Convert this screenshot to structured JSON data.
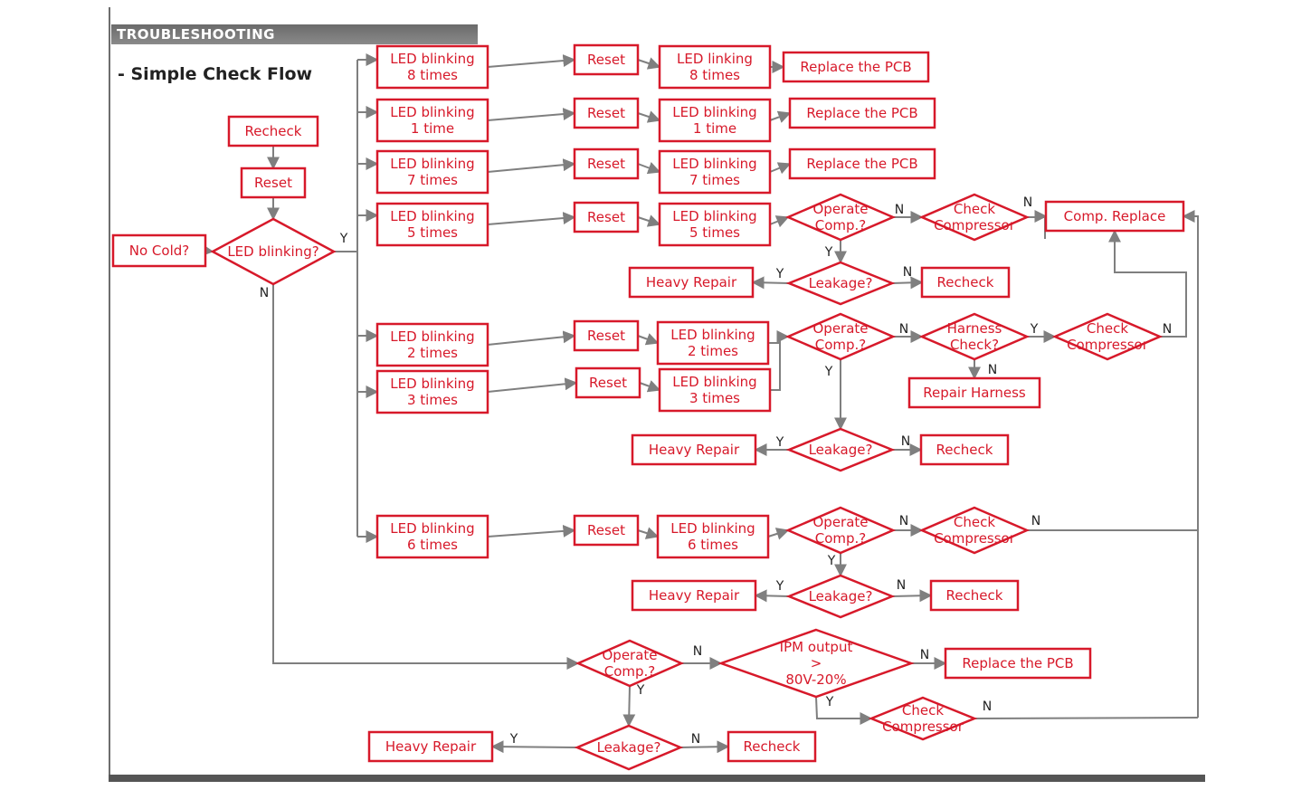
{
  "header": {
    "title": "TROUBLESHOOTING",
    "subtitle": "- Simple Check Flow"
  },
  "colors": {
    "accent": "#d7192a",
    "line": "#7f7f7f",
    "header_bar": "#777777"
  },
  "nodes": {
    "no_cold": {
      "shape": "box",
      "lines": [
        "No Cold?"
      ]
    },
    "recheck_top": {
      "shape": "box",
      "lines": [
        "Recheck"
      ]
    },
    "reset_top": {
      "shape": "box",
      "lines": [
        "Reset"
      ]
    },
    "led_blinking_q": {
      "shape": "diamond",
      "lines": [
        "LED blinking?"
      ]
    },
    "led8": {
      "shape": "box",
      "lines": [
        "LED blinking",
        "8 times"
      ]
    },
    "led1": {
      "shape": "box",
      "lines": [
        "LED blinking",
        "1 time"
      ]
    },
    "led7": {
      "shape": "box",
      "lines": [
        "LED blinking",
        "7 times"
      ]
    },
    "led5": {
      "shape": "box",
      "lines": [
        "LED blinking",
        "5 times"
      ]
    },
    "led2": {
      "shape": "box",
      "lines": [
        "LED blinking",
        "2 times"
      ]
    },
    "led3": {
      "shape": "box",
      "lines": [
        "LED blinking",
        "3 times"
      ]
    },
    "led6": {
      "shape": "box",
      "lines": [
        "LED blinking",
        "6 times"
      ]
    },
    "reset8": {
      "shape": "box",
      "lines": [
        "Reset"
      ]
    },
    "reset1": {
      "shape": "box",
      "lines": [
        "Reset"
      ]
    },
    "reset7": {
      "shape": "box",
      "lines": [
        "Reset"
      ]
    },
    "reset5": {
      "shape": "box",
      "lines": [
        "Reset"
      ]
    },
    "reset2": {
      "shape": "box",
      "lines": [
        "Reset"
      ]
    },
    "reset3": {
      "shape": "box",
      "lines": [
        "Reset"
      ]
    },
    "reset6": {
      "shape": "box",
      "lines": [
        "Reset"
      ]
    },
    "led8b": {
      "shape": "box",
      "lines": [
        "LED linking",
        "8 times"
      ]
    },
    "led1b": {
      "shape": "box",
      "lines": [
        "LED blinking",
        "1 time"
      ]
    },
    "led7b": {
      "shape": "box",
      "lines": [
        "LED blinking",
        "7 times"
      ]
    },
    "led5b": {
      "shape": "box",
      "lines": [
        "LED blinking",
        "5 times"
      ]
    },
    "led2b": {
      "shape": "box",
      "lines": [
        "LED blinking",
        "2 times"
      ]
    },
    "led3b": {
      "shape": "box",
      "lines": [
        "LED blinking",
        "3 times"
      ]
    },
    "led6b": {
      "shape": "box",
      "lines": [
        "LED blinking",
        "6 times"
      ]
    },
    "pcb8": {
      "shape": "box",
      "lines": [
        "Replace the PCB"
      ]
    },
    "pcb1": {
      "shape": "box",
      "lines": [
        "Replace the PCB"
      ]
    },
    "pcb7": {
      "shape": "box",
      "lines": [
        "Replace the PCB"
      ]
    },
    "op5": {
      "shape": "diamond",
      "lines": [
        "Operate",
        "Comp.?"
      ]
    },
    "cc5": {
      "shape": "diamond",
      "lines": [
        "Check",
        "Compressor"
      ]
    },
    "comp_replace": {
      "shape": "box",
      "lines": [
        "Comp. Replace"
      ]
    },
    "leak5": {
      "shape": "diamond",
      "lines": [
        "Leakage?"
      ]
    },
    "hr5": {
      "shape": "box",
      "lines": [
        "Heavy Repair"
      ]
    },
    "rc5": {
      "shape": "box",
      "lines": [
        "Recheck"
      ]
    },
    "op23": {
      "shape": "diamond",
      "lines": [
        "Operate",
        "Comp.?"
      ]
    },
    "harness": {
      "shape": "diamond",
      "lines": [
        "Harness",
        "Check?"
      ]
    },
    "cc23": {
      "shape": "diamond",
      "lines": [
        "Check",
        "Compressor"
      ]
    },
    "repair_harness": {
      "shape": "box",
      "lines": [
        "Repair Harness"
      ]
    },
    "leak23": {
      "shape": "diamond",
      "lines": [
        "Leakage?"
      ]
    },
    "hr23": {
      "shape": "box",
      "lines": [
        "Heavy Repair"
      ]
    },
    "rc23": {
      "shape": "box",
      "lines": [
        "Recheck"
      ]
    },
    "op6": {
      "shape": "diamond",
      "lines": [
        "Operate",
        "Comp.?"
      ]
    },
    "cc6": {
      "shape": "diamond",
      "lines": [
        "Check",
        "Compressor"
      ]
    },
    "leak6": {
      "shape": "diamond",
      "lines": [
        "Leakage?"
      ]
    },
    "hr6": {
      "shape": "box",
      "lines": [
        "Heavy Repair"
      ]
    },
    "rc6": {
      "shape": "box",
      "lines": [
        "Recheck"
      ]
    },
    "opN": {
      "shape": "diamond",
      "lines": [
        "Operate",
        "Comp.?"
      ]
    },
    "ipm": {
      "shape": "diamond",
      "lines": [
        "IPM output",
        ">",
        "80V-20%"
      ]
    },
    "pcbN": {
      "shape": "box",
      "lines": [
        "Replace the PCB"
      ]
    },
    "ccN": {
      "shape": "diamond",
      "lines": [
        "Check",
        "Compressor"
      ]
    },
    "leakN": {
      "shape": "diamond",
      "lines": [
        "Leakage?"
      ]
    },
    "hrN": {
      "shape": "box",
      "lines": [
        "Heavy Repair"
      ]
    },
    "rcN": {
      "shape": "box",
      "lines": [
        "Recheck"
      ]
    }
  },
  "branch_labels": {
    "y": "Y",
    "n": "N"
  }
}
